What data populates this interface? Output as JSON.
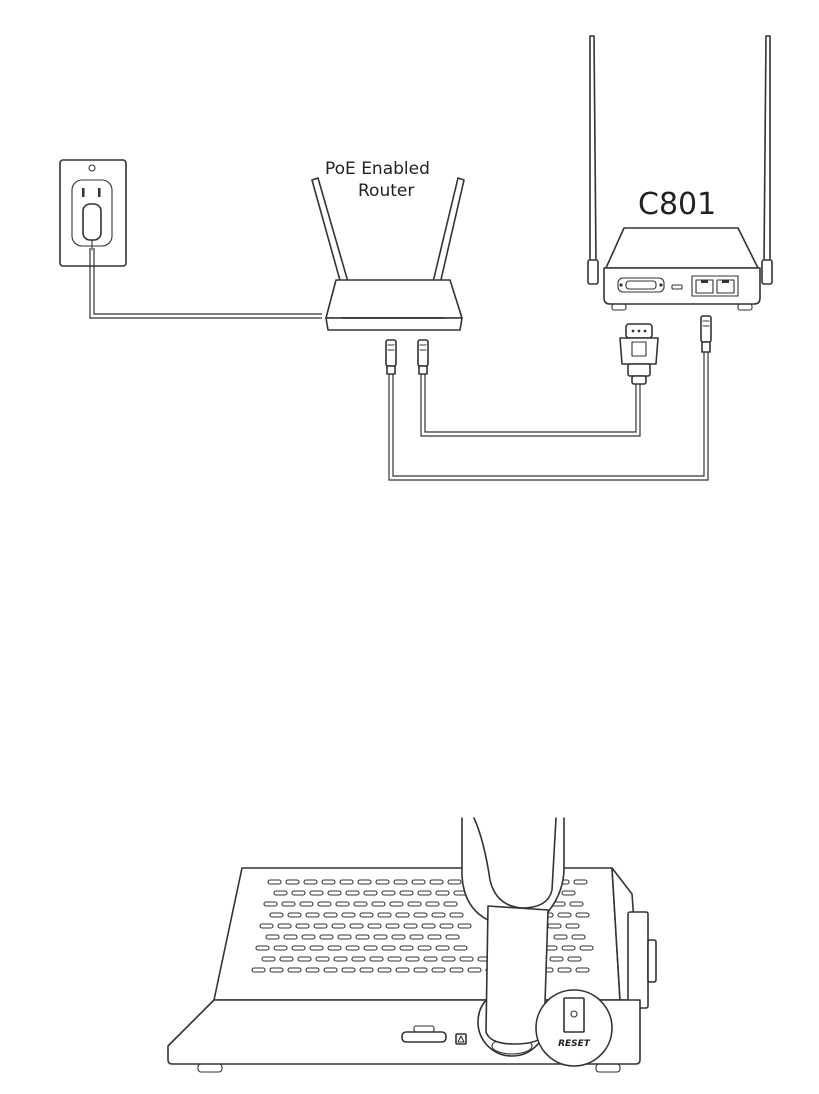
{
  "labels": {
    "router_line1": "PoE Enabled",
    "router_line2": "Router",
    "device_model": "C801",
    "reset_label": "RESET"
  },
  "colors": {
    "stroke": "#333333",
    "background": "#ffffff",
    "text": "#222222"
  }
}
